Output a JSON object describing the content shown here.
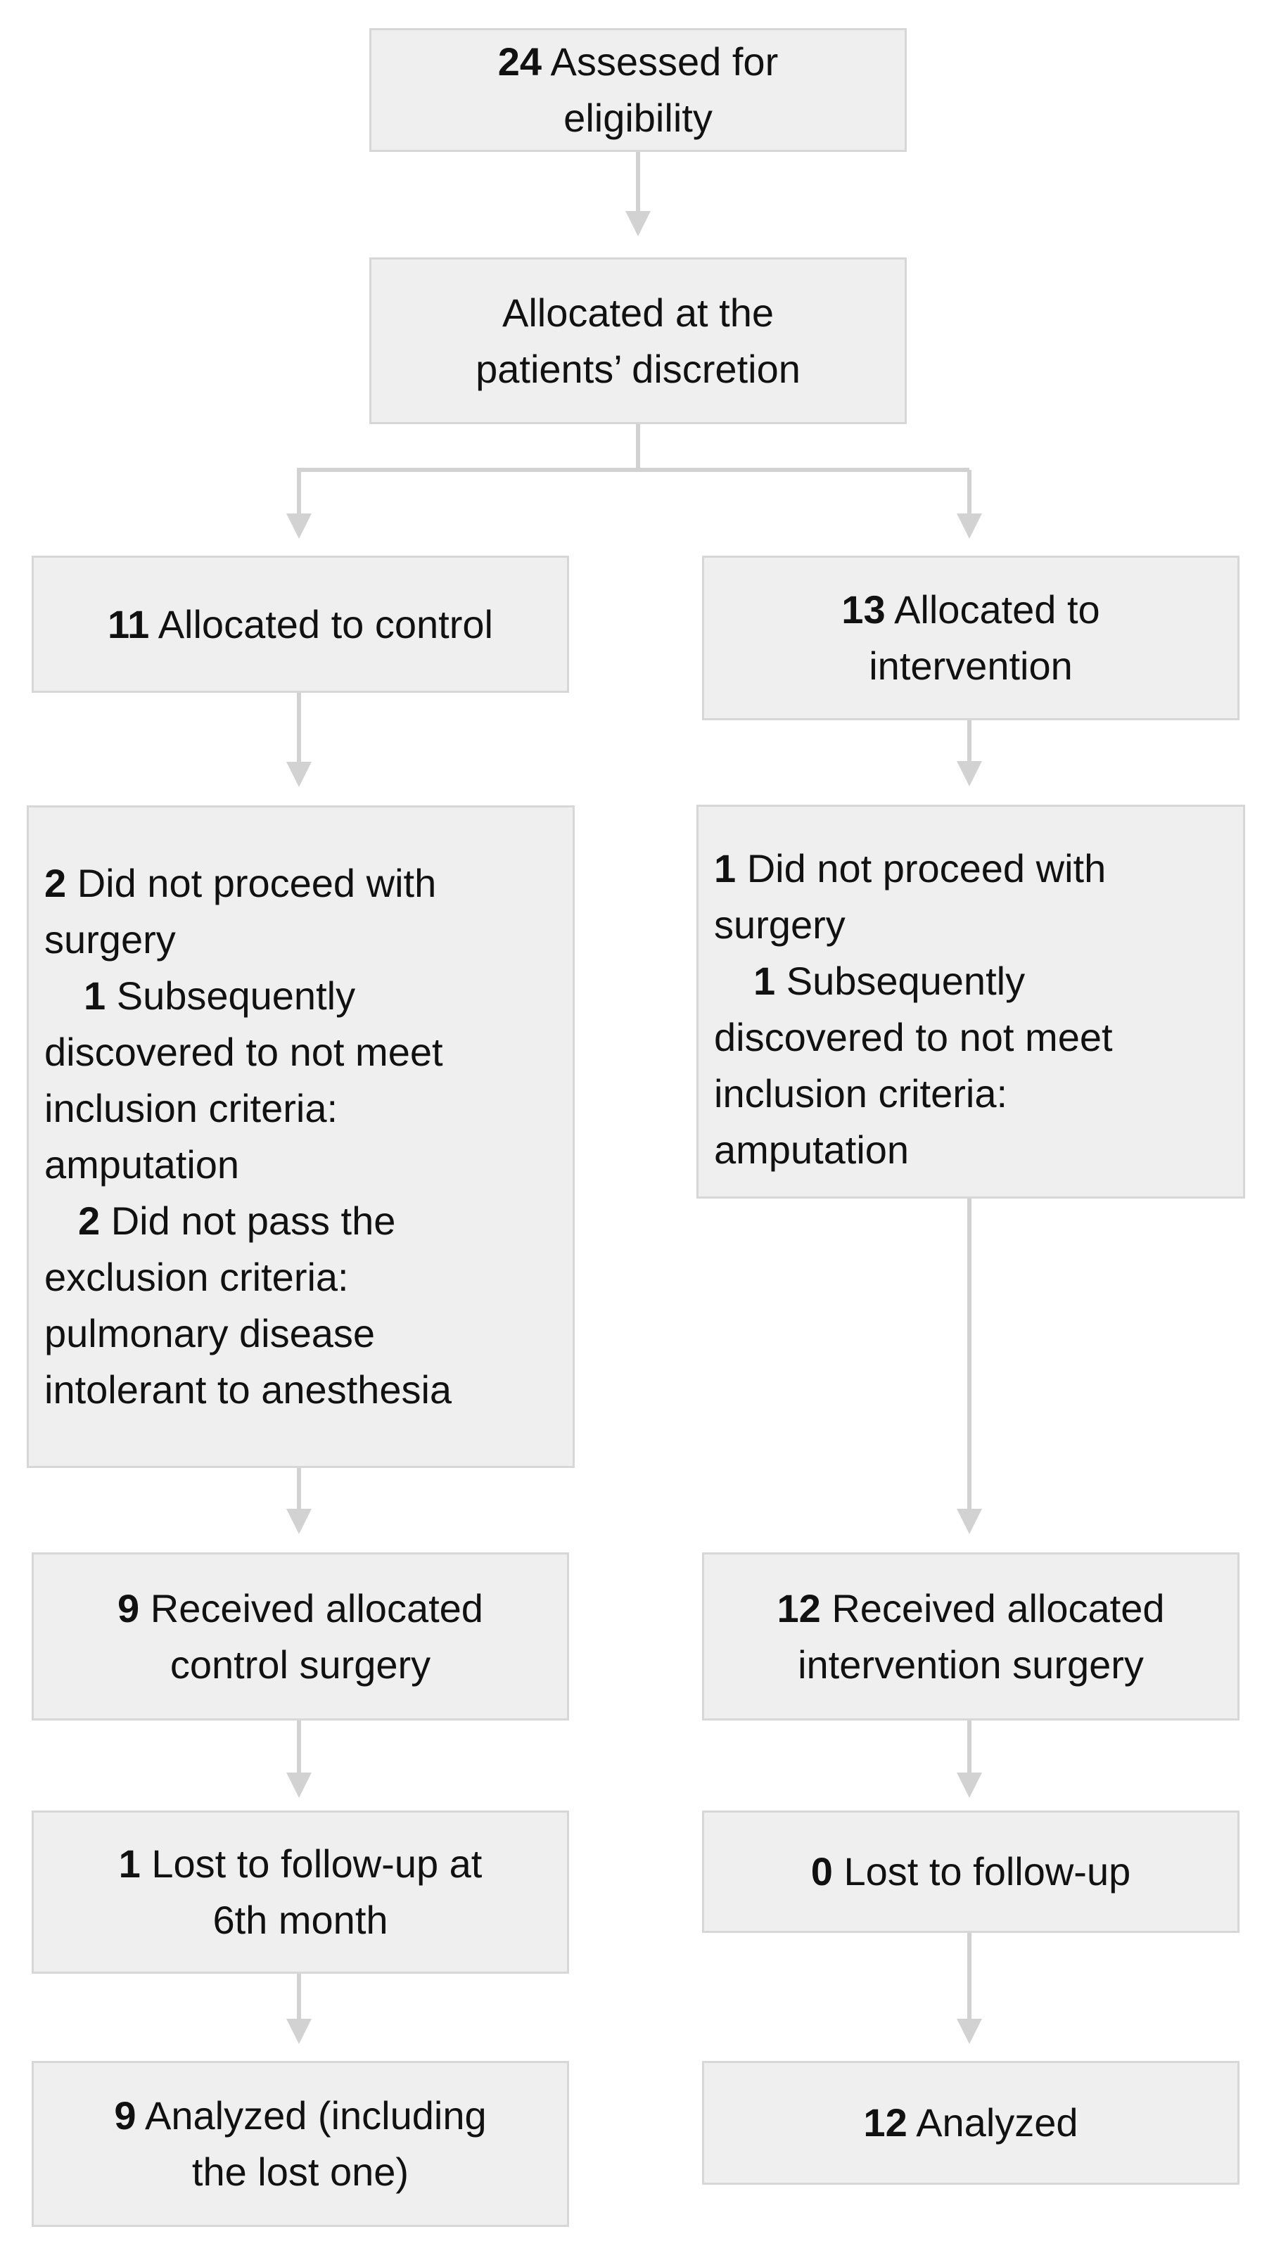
{
  "diagram": {
    "colors": {
      "box_fill": "#efefef",
      "box_border": "#d7d7d7",
      "connector": "#d2d2d2"
    },
    "top": {
      "assessed": {
        "n": "24",
        "text1": " Assessed for",
        "text2": "eligibility"
      },
      "allocation": {
        "text1": "Allocated at the",
        "text2": "patients’ discretion"
      }
    },
    "control": {
      "allocated": {
        "n": "11",
        "text": " Allocated to control"
      },
      "excluded": {
        "n": "2",
        "t1": " Did not proceed with",
        "t2": "surgery",
        "sub1_n": "1",
        "sub1_t1": " Subsequently",
        "sub1_t2": "discovered to not meet",
        "sub1_t3": "inclusion criteria:",
        "sub1_t4": "amputation",
        "sub2_n": "2",
        "sub2_t1": " Did not pass the",
        "sub2_t2": "exclusion criteria:",
        "sub2_t3": "pulmonary disease",
        "sub2_t4": "intolerant to anesthesia"
      },
      "received": {
        "n": "9",
        "t1": " Received allocated",
        "t2": "control surgery"
      },
      "lost": {
        "n": "1",
        "t1": " Lost to follow-up at",
        "t2": "6th month"
      },
      "analyzed": {
        "n": "9",
        "t1": " Analyzed (including",
        "t2": "the lost one)"
      }
    },
    "intervention": {
      "allocated": {
        "n": "13",
        "t1": " Allocated to",
        "t2": "intervention"
      },
      "excluded": {
        "n": "1",
        "t1": " Did not proceed with",
        "t2": "surgery",
        "sub1_n": "1",
        "sub1_t1": " Subsequently",
        "sub1_t2": "discovered to not meet",
        "sub1_t3": "inclusion criteria:",
        "sub1_t4": "amputation"
      },
      "received": {
        "n": "12",
        "t1": " Received allocated",
        "t2": "intervention surgery"
      },
      "lost": {
        "n": "0",
        "t": " Lost to follow-up"
      },
      "analyzed": {
        "n": "12",
        "t": " Analyzed"
      }
    }
  }
}
